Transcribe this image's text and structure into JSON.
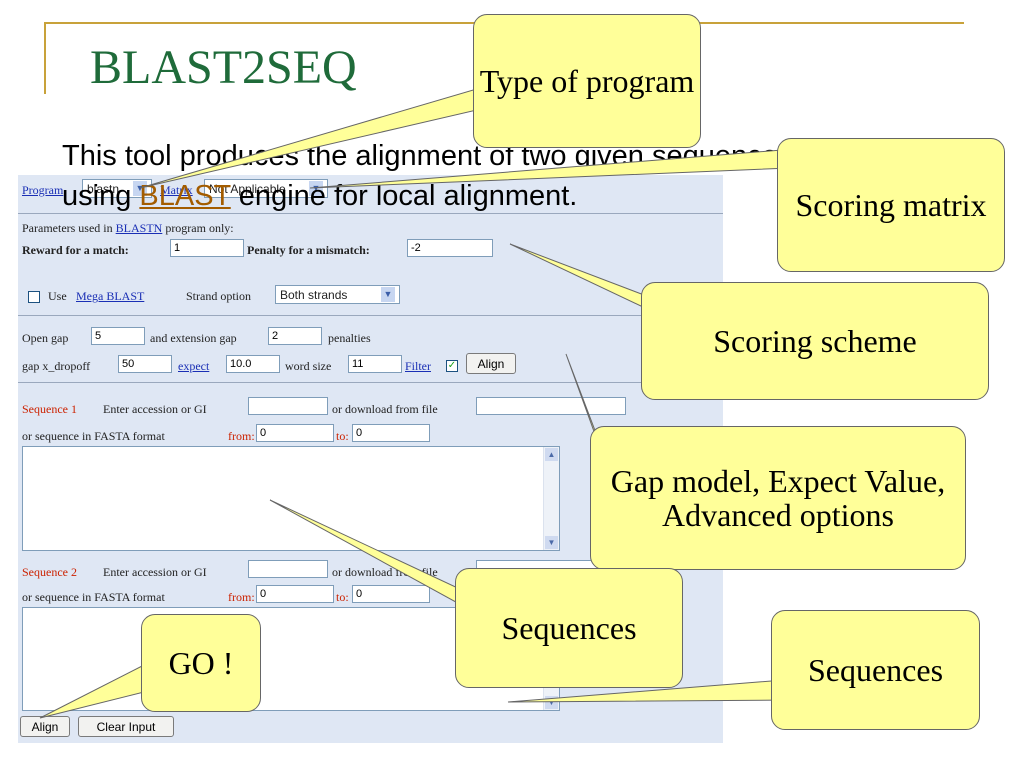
{
  "slide": {
    "title": "BLAST2SEQ",
    "intro_before": "This tool produces the alignment of two given sequences using ",
    "intro_link": "BLAST",
    "intro_after": " engine for local alignment."
  },
  "form": {
    "program_label": "Program",
    "program_value": "blastn",
    "matrix_label": "Matrix",
    "matrix_value": "Not Applicable",
    "params_text_before": "Parameters used in ",
    "params_link": "BLASTN",
    "params_text_after": " program only:",
    "reward_label": "Reward for a match:",
    "reward_value": "1",
    "penalty_label": "Penalty for a mismatch:",
    "penalty_value": "-2",
    "use_label": "Use",
    "megablast_link": "Mega BLAST",
    "strand_label": "Strand option",
    "strand_value": "Both strands",
    "open_gap_label": "Open gap",
    "open_gap_value": "5",
    "ext_gap_label": "and extension gap",
    "ext_gap_value": "2",
    "penalties_label": "penalties",
    "dropoff_label": "gap x_dropoff",
    "dropoff_value": "50",
    "expect_link": "expect",
    "expect_value": "10.0",
    "wordsize_label": "word size",
    "wordsize_value": "11",
    "filter_link": "Filter",
    "align_button": "Align",
    "seq1_label": "Sequence 1",
    "seq2_label": "Sequence 2",
    "accession_label": "Enter accession or GI",
    "download_label": "or download from file",
    "fasta_label": "or sequence in FASTA format",
    "from_label": "from:",
    "from_value": "0",
    "to_label": "to:",
    "to_value": "0",
    "clear_button": "Clear Input"
  },
  "callouts": {
    "type_of_program": "Type of program",
    "scoring_matrix": "Scoring matrix",
    "scoring_scheme": "Scoring scheme",
    "gap_model": "Gap model, Expect Value, Advanced options",
    "sequences_1": "Sequences",
    "sequences_2": "Sequences",
    "go": "GO !"
  },
  "colors": {
    "callout_fill": "#ffff99",
    "title_green": "#1f6b3a",
    "frame_gold": "#c8a23a",
    "form_bg": "#dfe7f4",
    "link_blue": "#1a2fb5",
    "sequence_red": "#cc2200"
  }
}
